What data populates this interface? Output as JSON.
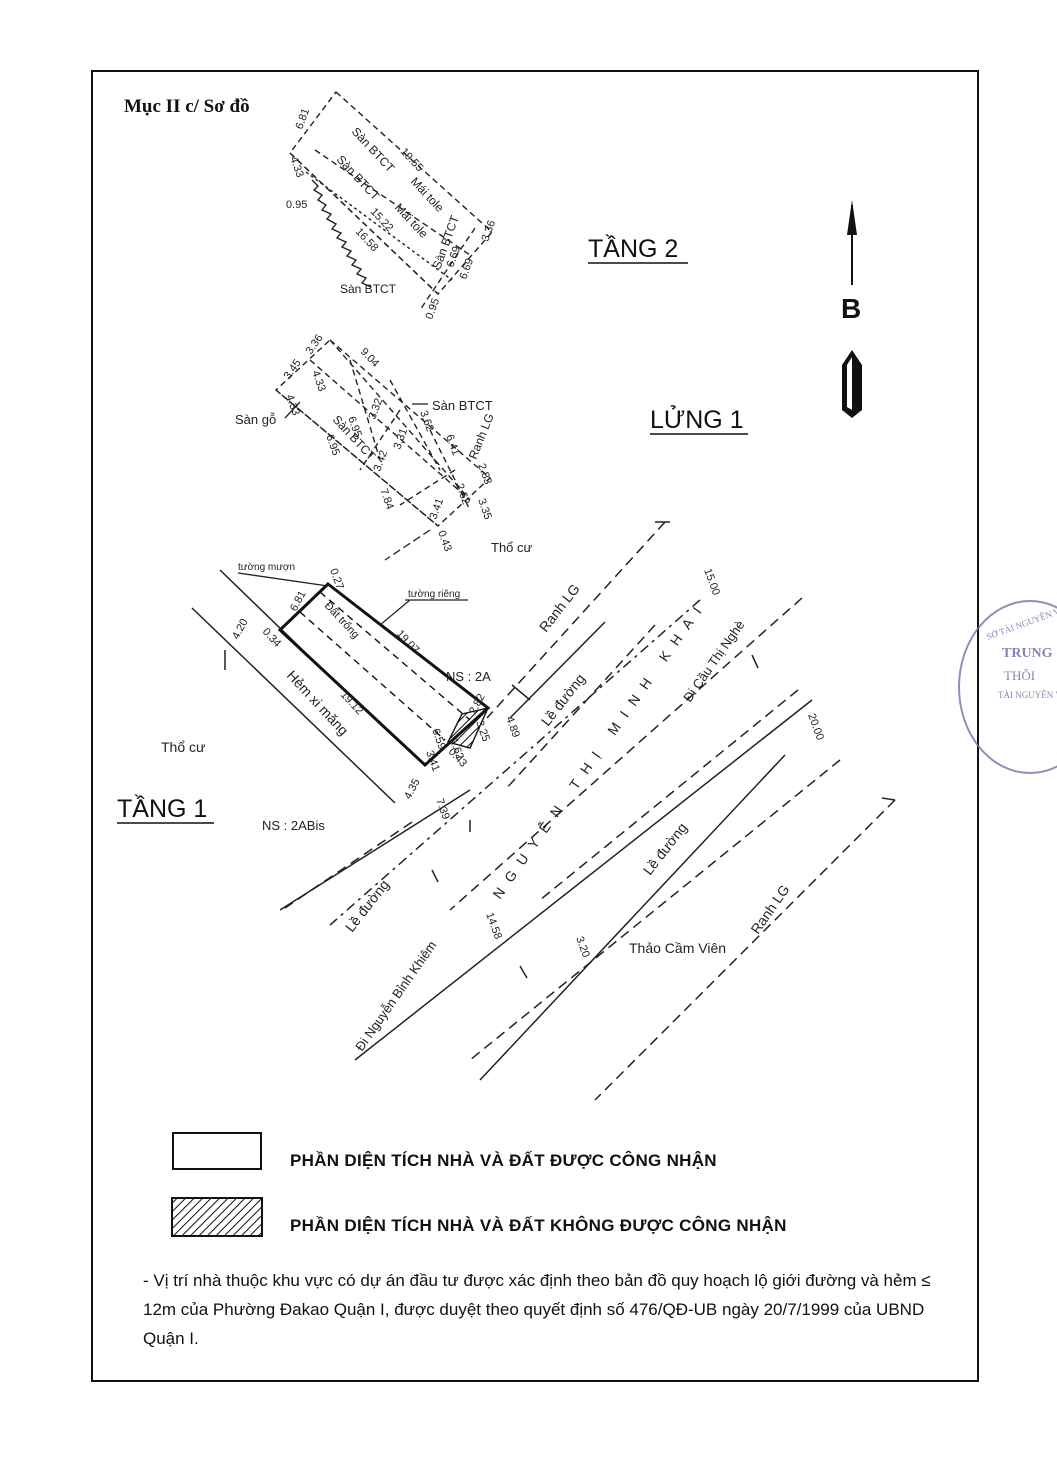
{
  "section_title": "Mục II c/ Sơ đồ",
  "floor_labels": {
    "tang2": "TẦNG 2",
    "lung1": "LỬNG 1",
    "tang1": "TẦNG 1"
  },
  "north_arrow": {
    "label": "B"
  },
  "tang2": {
    "labels": [
      "Sàn BTCT",
      "Mái tole",
      "Sàn BTCT",
      "Mái tole",
      "Sàn BTCT",
      "Sàn BTCT"
    ],
    "dims": [
      "6.81",
      "19.55",
      "4.33",
      "0.95",
      "15.22",
      "16.58",
      "6.69",
      "6.69",
      "0.95",
      "3.36"
    ]
  },
  "lung1": {
    "labels": [
      "Sàn gỗ",
      "Sàn BTCT",
      "Sàn BTCT",
      "Ranh LG",
      "Thổ cư"
    ],
    "dims": [
      "3.45",
      "3.36",
      "9.04",
      "4.33",
      "4.33",
      "6.95",
      "6.95",
      "3.32",
      "3.62",
      "3.31",
      "3.42",
      "6.41",
      "2.83",
      "2.62",
      "3.35",
      "7.84",
      "3.41",
      "0.43"
    ]
  },
  "tang1": {
    "labels": [
      "tường mượn",
      "tường riêng",
      "Đất trống",
      "Hẻm xi măng",
      "Thổ cư",
      "NS : 2A",
      "NS : 2ABis",
      "Ranh LG",
      "Lề đường",
      "Lề đường",
      "Lề đường",
      "Đi Cầu Thị Nghè",
      "Đi Nguyễn Bỉnh Khiêm",
      "NGUYỄN THỊ MINH KHAI",
      "Thảo Cầm Viên",
      "Ranh LG"
    ],
    "dims": [
      "0.27",
      "6.81",
      "19.07",
      "4.20",
      "0.34",
      "19.12",
      "2.82",
      "4.89",
      "3.25",
      "6.59",
      "1.62",
      "3.41",
      "0.43",
      "4.35",
      "7.39",
      "15.00",
      "20.00",
      "14.58",
      "3.20"
    ]
  },
  "legend": [
    {
      "text": "PHẦN DIỆN TÍCH NHÀ VÀ ĐẤT ĐƯỢC CÔNG NHẬN",
      "hatched": false
    },
    {
      "text": "PHẦN DIỆN TÍCH NHÀ VÀ ĐẤT KHÔNG ĐƯỢC CÔNG NHẬN",
      "hatched": true
    }
  ],
  "note": "- Vị trí nhà thuộc khu vực có dự án đầu tư được xác định theo bản đồ quy hoạch lộ giới đường và hẻm ≤ 12m của Phường Đakao Quận I, được duyệt theo quyết định số 476/QĐ-UB ngày 20/7/1999 của UBND Quận I.",
  "stamp": {
    "lines": [
      "TRUNG",
      "THÔI",
      "TÀI NGUYÊN VÀ M",
      "SỞ TÀI NGUYÊN VÀ M"
    ]
  }
}
